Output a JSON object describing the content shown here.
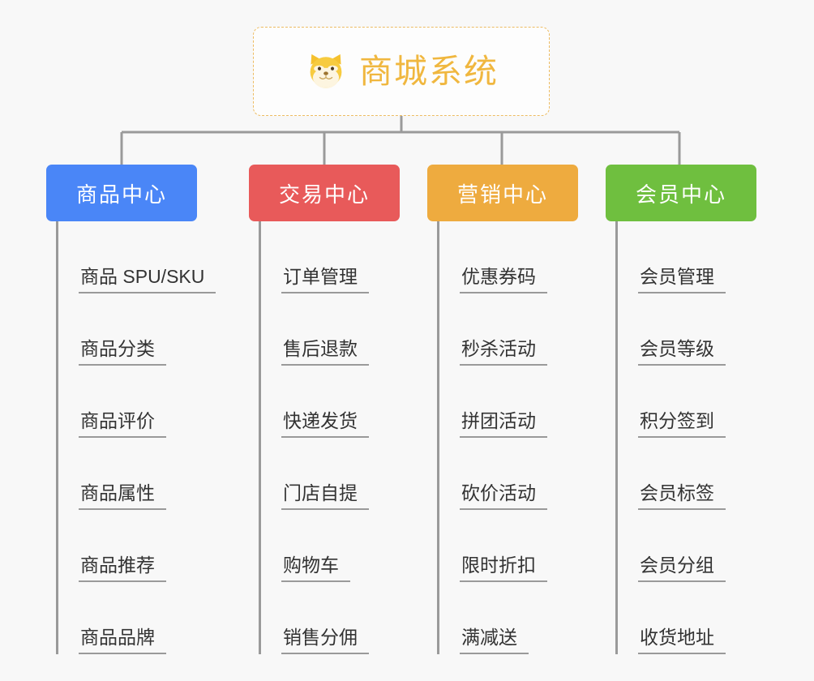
{
  "diagram": {
    "type": "organization-tree",
    "background_color": "#f8f8f8",
    "connector_color": "#9a9a9a",
    "root": {
      "title": "商城系统",
      "icon": "shiba-dog-face-icon",
      "text_color": "#f0b73f",
      "border_color": "#edbc62",
      "border_style": "dashed",
      "background_color": "#fdfdfd"
    },
    "columns": [
      {
        "label": "商品中心",
        "color": "#4a86f7",
        "items": [
          "商品 SPU/SKU",
          "商品分类",
          "商品评价",
          "商品属性",
          "商品推荐",
          "商品品牌"
        ]
      },
      {
        "label": "交易中心",
        "color": "#e85a5a",
        "items": [
          "订单管理",
          "售后退款",
          "快递发货",
          "门店自提",
          "购物车",
          "销售分佣"
        ]
      },
      {
        "label": "营销中心",
        "color": "#eeab3f",
        "items": [
          "优惠券码",
          "秒杀活动",
          "拼团活动",
          "砍价活动",
          "限时折扣",
          "满减送"
        ]
      },
      {
        "label": "会员中心",
        "color": "#6fbf3f",
        "items": [
          "会员管理",
          "会员等级",
          "积分签到",
          "会员标签",
          "会员分组",
          "收货地址"
        ]
      }
    ]
  }
}
